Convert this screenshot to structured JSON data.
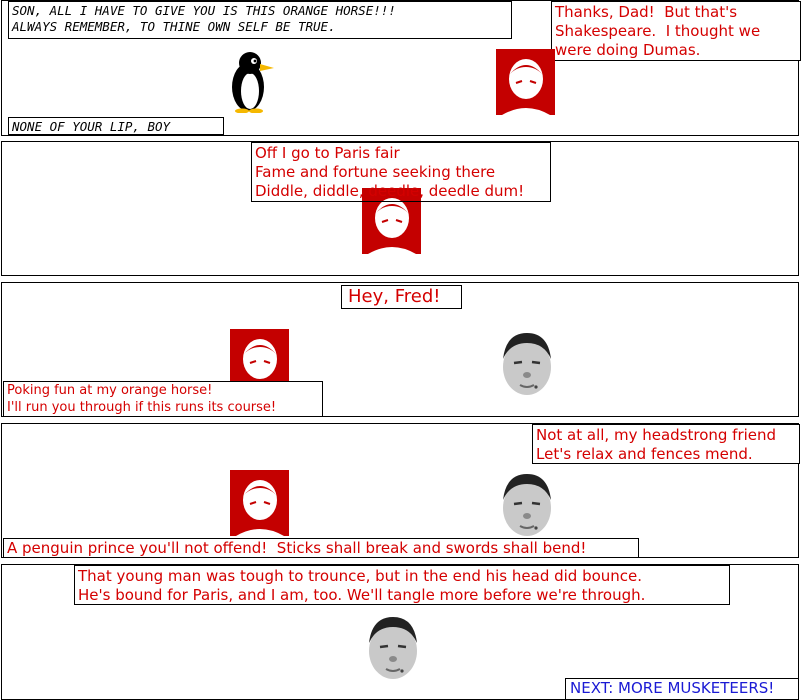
{
  "panel1": {
    "dad_line": "SON, ALL I HAVE TO GIVE YOU IS THIS ORANGE HORSE!!!\nALWAYS REMEMBER, TO THINE OWN SELF BE TRUE.",
    "son_reply": "Thanks, Dad!  But that's\nShakespeare.  I thought we\nwere doing Dumas.",
    "dad_retort": "NONE OF YOUR LIP, BOY"
  },
  "panel2": {
    "song": "Off I go to Paris fair\nFame and fortune seeking there\nDiddle, diddle, deedle, deedle dum!"
  },
  "panel3": {
    "greeting": "Hey, Fred!",
    "taunt": "Poking fun at my orange horse!\nI'll run you through if this runs its course!"
  },
  "panel4": {
    "reply": "Not at all, my headstrong friend\nLet's relax and fences mend.",
    "retort": "A penguin prince you'll not offend!  Sticks shall break and swords shall bend!"
  },
  "panel5": {
    "narration": "That young man was tough to trounce, but in the end his head did bounce.\nHe's bound for Paris, and I am, too. We'll tangle more before we're through.",
    "next_label": "NEXT: MORE MUSKETEERS!"
  },
  "colors": {
    "speech_red": "#d40000",
    "next_blue": "#1a1ad4",
    "portrait_red": "#c40000"
  }
}
